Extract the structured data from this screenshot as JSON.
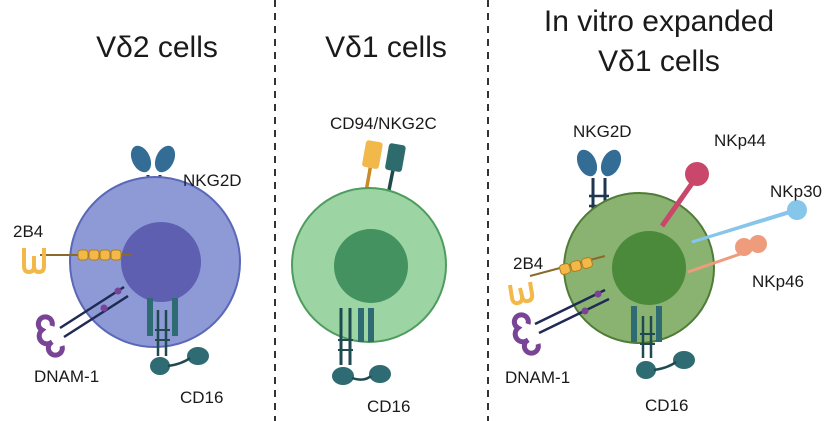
{
  "panels": [
    {
      "title_lines": [
        "Vδ2 cells"
      ],
      "labels": {
        "nkg2d": "NKG2D",
        "b4": "2B4",
        "dnam": "DNAM-1",
        "cd16": "CD16"
      },
      "colors": {
        "cell": "#8e9ad6",
        "cell_stroke": "#5b68b8",
        "nucleus": "#5e5fb0"
      }
    },
    {
      "title_lines": [
        "Vδ1 cells"
      ],
      "labels": {
        "cd94": "CD94/NKG2C",
        "cd16": "CD16"
      },
      "colors": {
        "cell": "#9cd4a4",
        "cell_stroke": "#4e9c5e",
        "nucleus": "#43925f"
      }
    },
    {
      "title_lines": [
        "In vitro expanded",
        "Vδ1 cells"
      ],
      "labels": {
        "nkg2d": "NKG2D",
        "nkp44": "NKp44",
        "nkp30": "NKp30",
        "nkp46": "NKp46",
        "b4": "2B4",
        "dnam": "DNAM-1",
        "cd16": "CD16"
      },
      "colors": {
        "cell": "#8ab372",
        "cell_stroke": "#4f7c36",
        "nucleus": "#4b8a3a"
      }
    }
  ],
  "receptor_colors": {
    "nkg2d": "#336d96",
    "nkg2d_stem": "#1f3550",
    "b4": "#f2b84a",
    "b4_stroke": "#b07d1a",
    "dnam": "#7a4496",
    "dnam_stem": "#1f2a55",
    "cd16": "#2e6b72",
    "cd16_stem": "#1f4a50",
    "cd94_a": "#f2b84a",
    "cd94_b": "#2e6b6c",
    "nkp44": "#c9476a",
    "nkp30": "#86c6ea",
    "nkp46": "#ee9c7c"
  }
}
